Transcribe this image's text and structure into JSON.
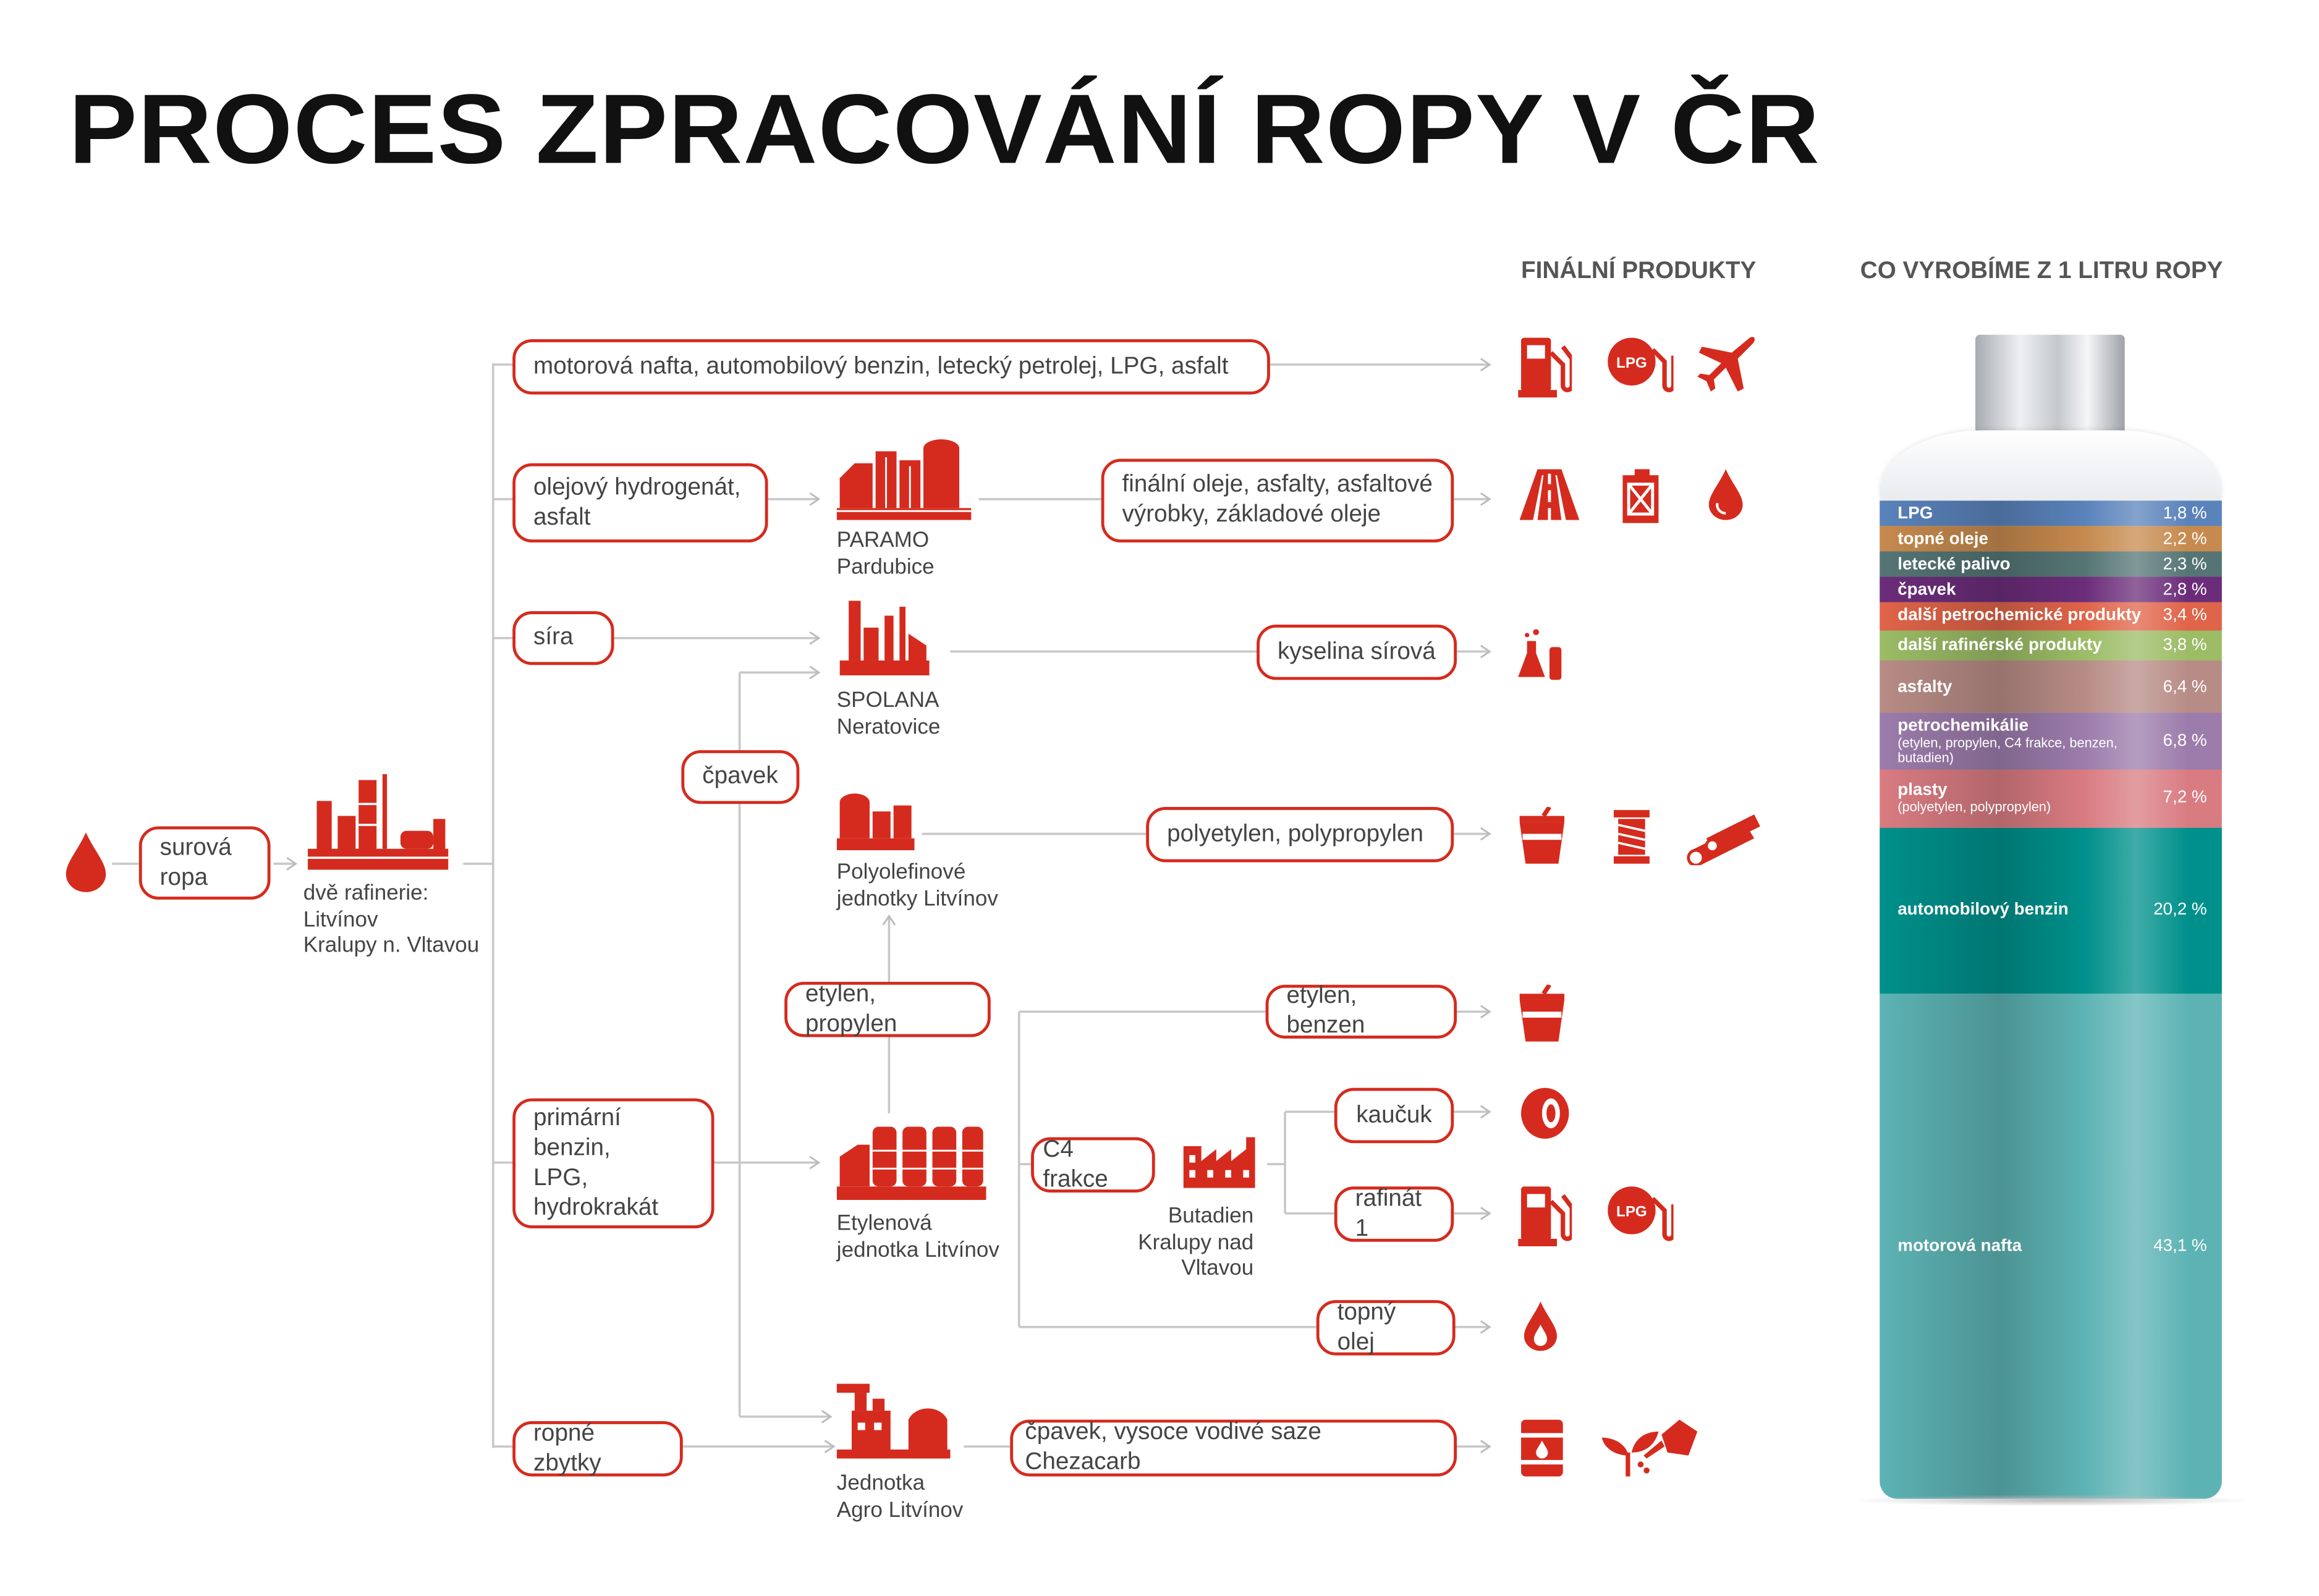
{
  "title": "PROCES ZPRACOVÁNÍ ROPY V ČR",
  "headers": {
    "final_products": "FINÁLNÍ PRODUKTY",
    "liter": "CO VYROBÍME Z 1 LITRU ROPY"
  },
  "source": {
    "box": "surová\nropa",
    "refinery_label": "dvě rafinerie:\nLitvínov\nKralupy n. Vltavou"
  },
  "intermediates": {
    "fuels": "motorová nafta, automobilový benzin, letecký petrolej, LPG, asfalt",
    "oil_hydrogenate": "olejový hydrogenát,\nasfalt",
    "sulfur": "síra",
    "ammonia": "čpavek",
    "ethylene_propylene": "etylen, propylen",
    "primary_benzin": "primární benzin,\nLPG,\nhydrokrakát",
    "c4": "C4 frakce",
    "residues": "ropné zbytky"
  },
  "plants": {
    "paramo": "PARAMO\nPardubice",
    "spolana": "SPOLANA\nNeratovice",
    "polyolefin": "Polyolefinové\njednotky Litvínov",
    "ethylene_unit": "Etylenová\njednotka Litvínov",
    "butadien": "Butadien\nKralupy nad\nVltavou",
    "agro": "Jednotka\nAgro Litvínov"
  },
  "outputs": {
    "final_oils": "finální oleje, asfalty, asfaltové\nvýrobky, základové oleje",
    "sulfuric_acid": "kyselina sírová",
    "polymers": "polyetylen, polypropylen",
    "ethylene_benzene": "etylen, benzen",
    "rubber": "kaučuk",
    "raffinate": "rafinát 1",
    "fuel_oil": "topný olej",
    "ammonia_soot": "čpavek, vysoce vodivé saze Chezacarb"
  },
  "lpg_badge": "LPG",
  "colors": {
    "accent": "#d52b1e",
    "line": "#c8c8c8"
  },
  "chart_data": {
    "type": "stacked-bar",
    "title": "CO VYROBÍME Z 1 LITRU ROPY",
    "unit": "%",
    "segments": [
      {
        "label": "LPG",
        "sub": "",
        "value": 1.8,
        "display": "1,8 %",
        "color": "#5a83bb"
      },
      {
        "label": "topné oleje",
        "sub": "",
        "value": 2.2,
        "display": "2,2 %",
        "color": "#c68a4e"
      },
      {
        "label": "letecké palivo",
        "sub": "",
        "value": 2.3,
        "display": "2,3 %",
        "color": "#557575"
      },
      {
        "label": "čpavek",
        "sub": "",
        "value": 2.8,
        "display": "2,8 %",
        "color": "#6b2d7a"
      },
      {
        "label": "další petrochemické produkty",
        "sub": "",
        "value": 3.4,
        "display": "3,4 %",
        "color": "#e06449"
      },
      {
        "label": "další rafinérské produkty",
        "sub": "",
        "value": 3.8,
        "display": "3,8 %",
        "color": "#9cbc66"
      },
      {
        "label": "asfalty",
        "sub": "",
        "value": 6.4,
        "display": "6,4 %",
        "color": "#b88c86"
      },
      {
        "label": "petrochemikálie",
        "sub": "(etylen, propylen, C4 frakce, benzen, butadien)",
        "value": 6.8,
        "display": "6,8 %",
        "color": "#9c7cab"
      },
      {
        "label": "plasty",
        "sub": "(polyetylen, polypropylen)",
        "value": 7.2,
        "display": "7,2 %",
        "color": "#d97c82"
      },
      {
        "label": "automobilový benzin",
        "sub": "",
        "value": 20.2,
        "display": "20,2 %",
        "color": "#00908b"
      },
      {
        "label": "motorová nafta",
        "sub": "",
        "value": 43.1,
        "display": "43,1 %",
        "color": "#5db3b4"
      }
    ]
  }
}
